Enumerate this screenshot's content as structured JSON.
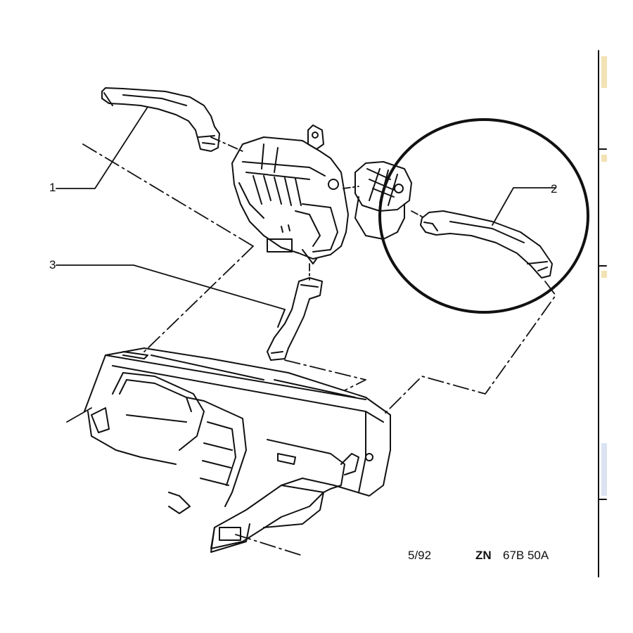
{
  "callouts": [
    "1",
    "2",
    "3"
  ],
  "footer": {
    "date": "5/92",
    "ref_prefix": "ZN",
    "ref_code": "67B 50A"
  },
  "colors": {
    "line": "#111111",
    "background": "#ffffff",
    "highlight_circle": "#000000"
  }
}
